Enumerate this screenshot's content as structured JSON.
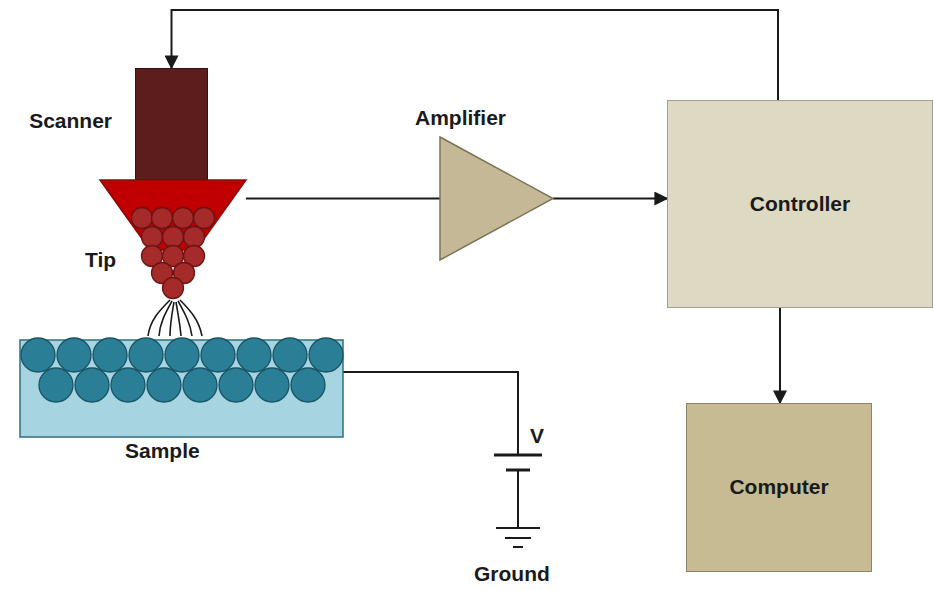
{
  "diagram": {
    "nodes": [
      {
        "text": [
          "Scanner"
        ]
      },
      {
        "text": [
          "Tip"
        ]
      },
      {
        "text": [
          "Amplifier"
        ]
      },
      {
        "text": [
          "Controller"
        ]
      },
      {
        "text": [
          "Sample"
        ]
      },
      {
        "text": [
          "Computer"
        ]
      }
    ],
    "edges": [
      {
        "from": 1,
        "to": 2,
        "arrow": "none"
      },
      {
        "from": 2,
        "to": 3,
        "arrow": "to"
      },
      {
        "from": 3,
        "to": 0,
        "arrow": "to"
      },
      {
        "from": 3,
        "to": 5,
        "arrow": "to"
      }
    ],
    "labels": [
      "V",
      "Ground"
    ]
  }
}
